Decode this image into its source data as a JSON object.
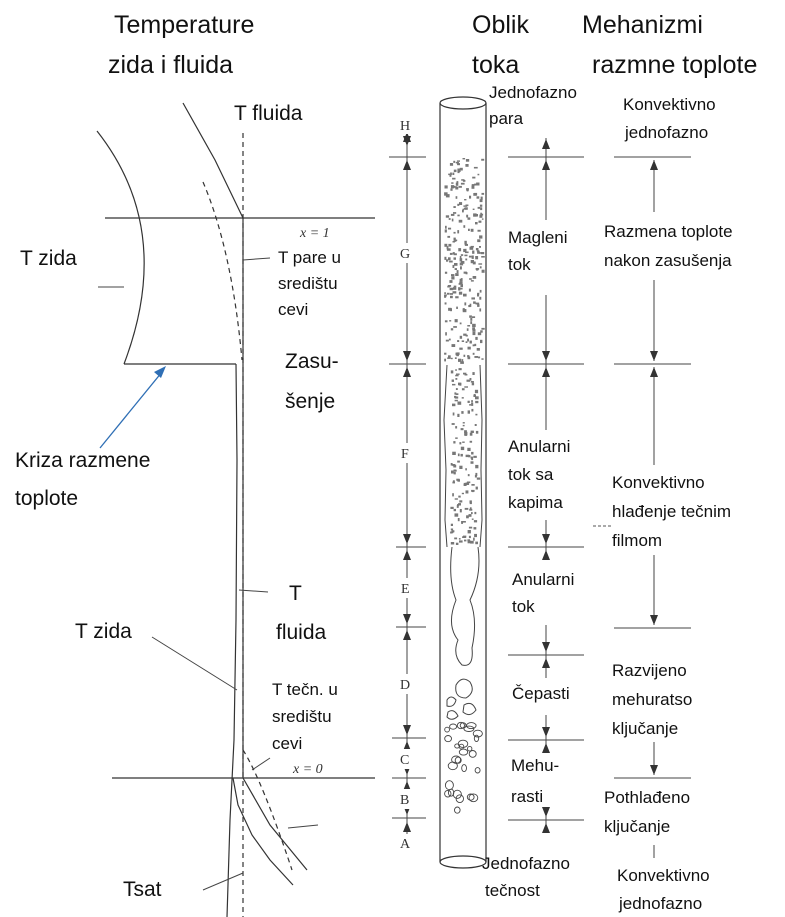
{
  "headers": {
    "temperature_line1": "Temperature",
    "temperature_line2": "zida i fluida",
    "flow_line1": "Oblik",
    "flow_line2": "toka",
    "mech_line1": "Mehanizmi",
    "mech_line2": "razmne toplote"
  },
  "temperature_labels": {
    "t_fluida_top": "T fluida",
    "t_zida_upper": "T zida",
    "x1": "x = 1",
    "t_pare_1": "T pare u",
    "t_pare_2": "središtu",
    "t_pare_3": "cevi",
    "zasusenje_1": "Zasu-",
    "zasusenje_2": "šenje",
    "kriza_1": "Kriza razmene",
    "kriza_2": "toplote",
    "t_fluida_mid_1": "T",
    "t_fluida_mid_2": "fluida",
    "t_zida_lower": "T zida",
    "t_tecn_1": "T tečn. u",
    "t_tecn_2": "središtu",
    "t_tecn_3": "cevi",
    "x0": "x = 0",
    "tsat": "Tsat"
  },
  "regions": [
    "H",
    "G",
    "F",
    "E",
    "D",
    "C",
    "B",
    "A"
  ],
  "flow_patterns": {
    "top_1": "Jednofazno",
    "top_2": "para",
    "mist_1": "Magleni",
    "mist_2": "tok",
    "annular_drops_1": "Anularni",
    "annular_drops_2": "tok sa",
    "annular_drops_3": "kapima",
    "annular_1": "Anularni",
    "annular_2": "tok",
    "slug": "Čepasti",
    "bubbly_1": "Mehu-",
    "bubbly_2": "rasti",
    "bottom_1": "Jednofazno",
    "bottom_2": "tečnost"
  },
  "mechanisms": {
    "top_1": "Konvektivno",
    "top_2": "jednofazno",
    "post_dryout_1": "Razmena toplote",
    "post_dryout_2": "nakon zasušenja",
    "film_1": "Konvektivno",
    "film_2": "hlađenje tečnim",
    "film_3": "filmom",
    "nucleate_1": "Razvijeno",
    "nucleate_2": "mehuratso",
    "nucleate_3": "ključanje",
    "subcooled_1": "Pothlađeno",
    "subcooled_2": "ključanje",
    "bottom_1": "Konvektivno",
    "bottom_2": "jednofazno"
  }
}
